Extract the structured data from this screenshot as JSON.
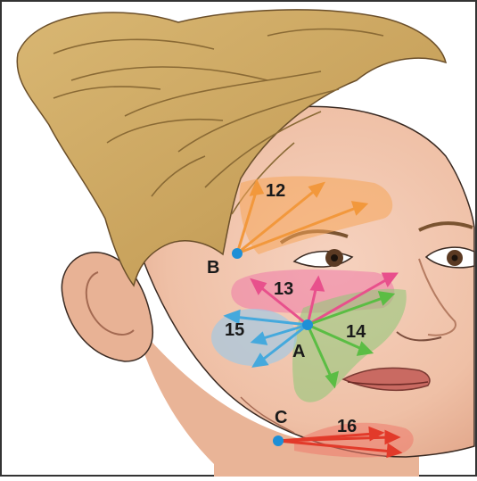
{
  "figure": {
    "zones": [
      {
        "id": "12",
        "label": "12",
        "color": "#f2983c"
      },
      {
        "id": "13",
        "label": "13",
        "color": "#e8508c"
      },
      {
        "id": "14",
        "label": "14",
        "color": "#5bbd44"
      },
      {
        "id": "15",
        "label": "15",
        "color": "#45a9dd"
      },
      {
        "id": "16",
        "label": "16",
        "color": "#e23a2a"
      }
    ],
    "points": [
      {
        "id": "A",
        "label": "A",
        "color": "#1e8fd6"
      },
      {
        "id": "B",
        "label": "B",
        "color": "#1e8fd6"
      },
      {
        "id": "C",
        "label": "C",
        "color": "#1e8fd6"
      }
    ]
  }
}
